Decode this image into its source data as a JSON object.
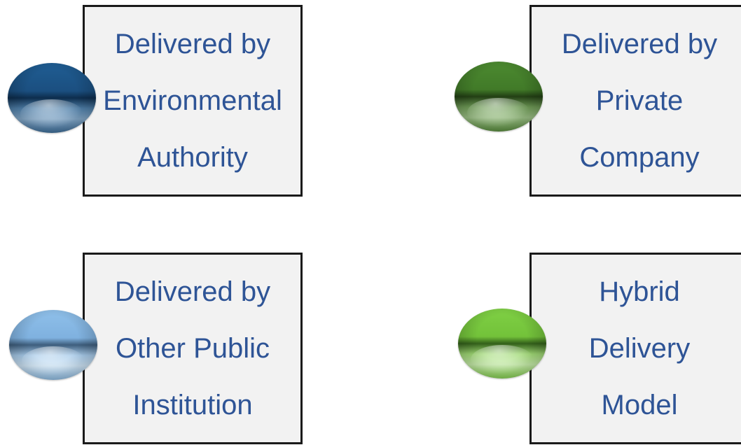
{
  "boxes": [
    {
      "lines": [
        "Delivered by",
        "Environmental",
        "Authority"
      ],
      "orb_color": "#1b4f80"
    },
    {
      "lines": [
        "Delivered by",
        "Private",
        "Company"
      ],
      "orb_color": "#417a28"
    },
    {
      "lines": [
        "Delivered by",
        "Other Public",
        "Institution"
      ],
      "orb_color": "#7fb1df"
    },
    {
      "lines": [
        "Hybrid",
        "Delivery",
        "Model"
      ],
      "orb_color": "#73c23a"
    }
  ],
  "text_color": "#2e5496",
  "box_fill": "#f2f2f2",
  "box_border": "#1a1a1a"
}
